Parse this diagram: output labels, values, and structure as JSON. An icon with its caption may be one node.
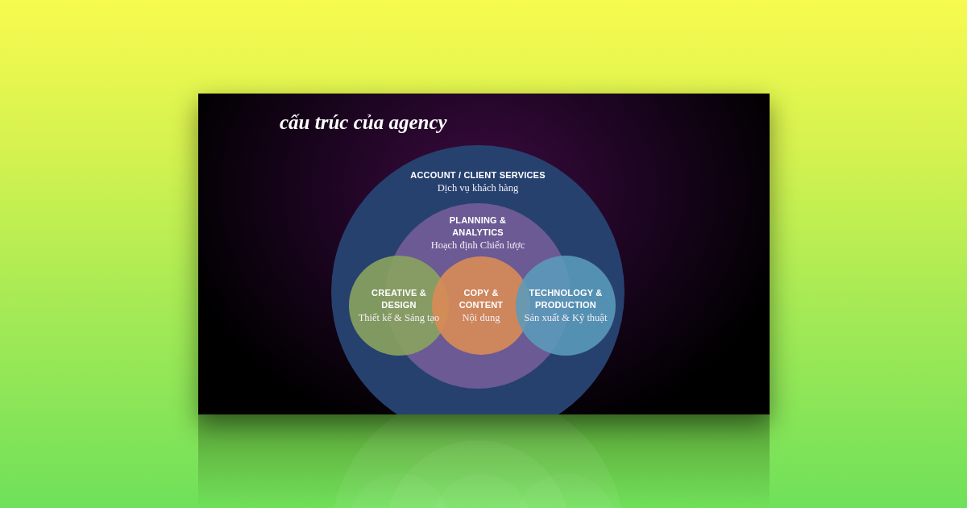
{
  "diagram": {
    "title": "cấu trúc của agency",
    "nodes": [
      {
        "text": [
          "ACCOUNT / CLIENT SERVICES",
          "Dịch vụ khách hàng"
        ]
      },
      {
        "text": [
          "PLANNING & ANALYTICS",
          "Hoạch định Chiến lược"
        ],
        "in": 0
      },
      {
        "text": [
          "CREATIVE & DESIGN",
          "Thiết kế & Sáng tạo"
        ],
        "in": 0
      },
      {
        "text": [
          "COPY & CONTENT",
          "Nội dung"
        ],
        "in": 1
      },
      {
        "text": [
          "TECHNOLOGY & PRODUCTION",
          "Sản xuất & Kỹ thuật"
        ],
        "in": 0
      }
    ]
  }
}
